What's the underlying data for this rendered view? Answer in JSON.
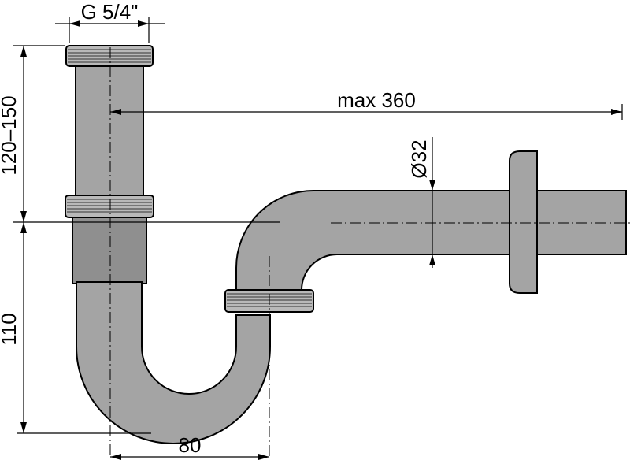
{
  "diagram": {
    "title": "",
    "labels": {
      "thread": "G 5/4\"",
      "tube_height": "120–150",
      "max_length": "max 360",
      "diameter": "Ø32",
      "trap_height": "110",
      "offset": "80"
    },
    "colors": {
      "pipe": "#a4a4a4",
      "nut": "#b9b9b9",
      "line": "#000000",
      "background": "#ffffff"
    }
  }
}
